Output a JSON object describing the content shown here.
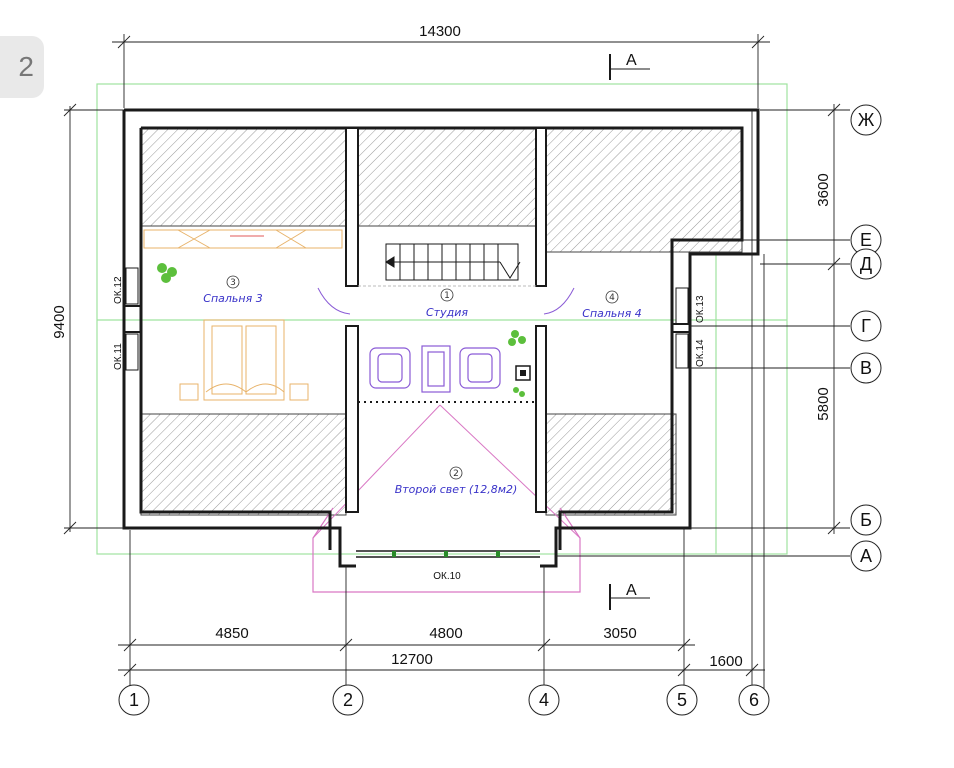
{
  "badge": "2",
  "dimensions": {
    "top_total": "14300",
    "left_total": "9400",
    "right_upper": "3600",
    "right_lower": "5800",
    "bottom_a": "4850",
    "bottom_b": "4800",
    "bottom_c": "3050",
    "bottom_total": "12700",
    "bottom_extra": "1600"
  },
  "grid_columns": [
    "1",
    "2",
    "4",
    "5",
    "6"
  ],
  "grid_rows": [
    "Ж",
    "Е",
    "Д",
    "Г",
    "В",
    "Б",
    "А"
  ],
  "section_marks": {
    "top": "А",
    "bottom": "А"
  },
  "rooms": [
    {
      "num": "3",
      "name": "Спальня 3"
    },
    {
      "num": "1",
      "name": "Студия"
    },
    {
      "num": "4",
      "name": "Спальня 4"
    },
    {
      "num": "2",
      "name": "Второй свет (12,8м2)"
    }
  ],
  "windows": [
    "ОК.12",
    "ОК.11",
    "ОК.13",
    "ОК.14",
    "ОК.10"
  ],
  "colors": {
    "wall": "#1a1a1a",
    "hatch": "#8a8a8a",
    "green_outline": "#9fe39f",
    "pink_outline": "#d977c4",
    "room_text": "#3a33c9",
    "furniture_purple": "#8a5bd6",
    "furniture_orange": "#e8b36a"
  }
}
